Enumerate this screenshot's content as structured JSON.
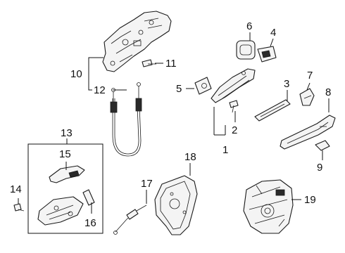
{
  "callouts": {
    "c1": "1",
    "c2": "2",
    "c3": "3",
    "c4": "4",
    "c5": "5",
    "c6": "6",
    "c7": "7",
    "c8": "8",
    "c9": "9",
    "c10": "10",
    "c11": "11",
    "c12": "12",
    "c13": "13",
    "c14": "14",
    "c15": "15",
    "c16": "16",
    "c17": "17",
    "c18": "18",
    "c19": "19"
  },
  "colors": {
    "line": "#111111",
    "part_fill": "#f4f4f4",
    "background": "#ffffff"
  }
}
